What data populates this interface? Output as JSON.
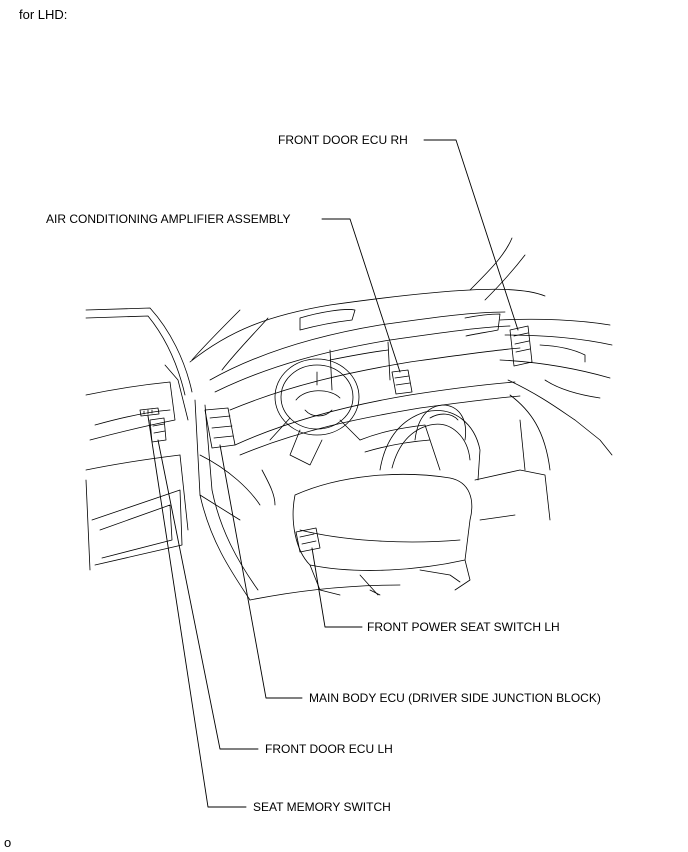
{
  "header": {
    "text": "for LHD:"
  },
  "footer": {
    "code": "o"
  },
  "labels": {
    "front_door_ecu_rh": "FRONT DOOR ECU RH",
    "air_conditioning_amplifier": "AIR CONDITIONING AMPLIFIER ASSEMBLY",
    "front_power_seat_switch_lh": "FRONT POWER SEAT SWITCH LH",
    "main_body_ecu": "MAIN BODY ECU (DRIVER SIDE JUNCTION BLOCK)",
    "front_door_ecu_lh": "FRONT DOOR ECU LH",
    "seat_memory_switch": "SEAT MEMORY SWITCH"
  },
  "colors": {
    "line": "#000000",
    "background": "#ffffff"
  }
}
